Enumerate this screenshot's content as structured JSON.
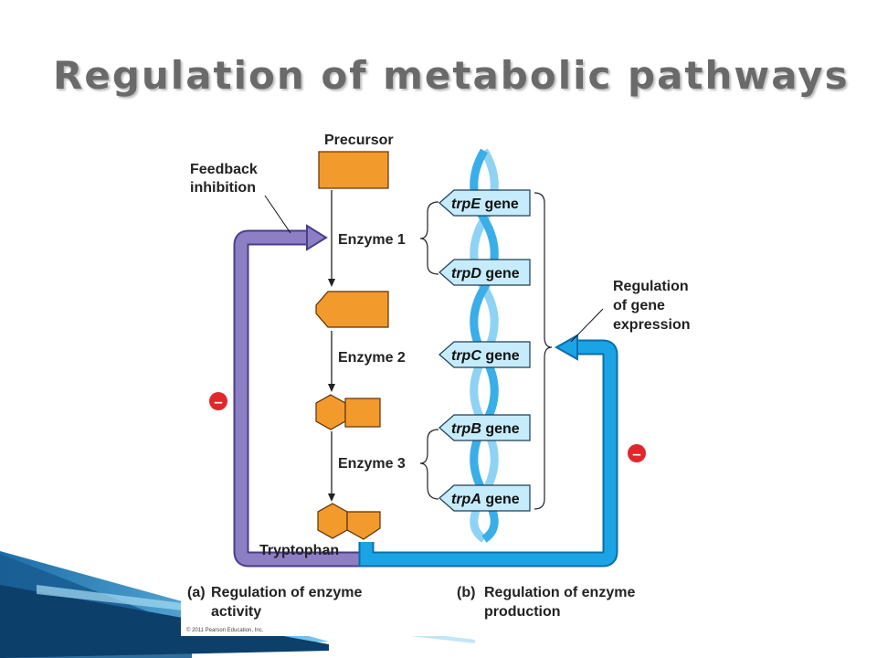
{
  "slide": {
    "title": "Regulation of metabolic pathways"
  },
  "diagram": {
    "precursor": "Precursor",
    "feedback_line1": "Feedback",
    "feedback_line2": "inhibition",
    "enzymes": [
      "Enzyme 1",
      "Enzyme 2",
      "Enzyme 3"
    ],
    "product": "Tryptophan",
    "genes": [
      {
        "italic": "trpE",
        "suffix": " gene"
      },
      {
        "italic": "trpD",
        "suffix": " gene"
      },
      {
        "italic": "trpC",
        "suffix": " gene"
      },
      {
        "italic": "trpB",
        "suffix": " gene"
      },
      {
        "italic": "trpA",
        "suffix": " gene"
      }
    ],
    "gene_regulation_line1": "Regulation",
    "gene_regulation_line2": "of gene",
    "gene_regulation_line3": "expression",
    "minus_sign": "–",
    "caption_a_tag": "(a)",
    "caption_a_line1": "Regulation of enzyme",
    "caption_a_line2": "activity",
    "caption_b_tag": "(b)",
    "caption_b_line1": "Regulation of enzyme",
    "caption_b_line2": "production",
    "copyright": "© 2011 Pearson Education, Inc."
  },
  "colors": {
    "enzyme_orange": "#f39a2c",
    "feedback_purple": "#8c7fc3",
    "regulation_blue": "#1aa4e6",
    "dna_light": "#8fd3f4",
    "dna_dark": "#3aaee8",
    "gene_box": "#c6ecfb",
    "minus_red": "#e0282c",
    "title_gray": "#6a6a6a"
  }
}
